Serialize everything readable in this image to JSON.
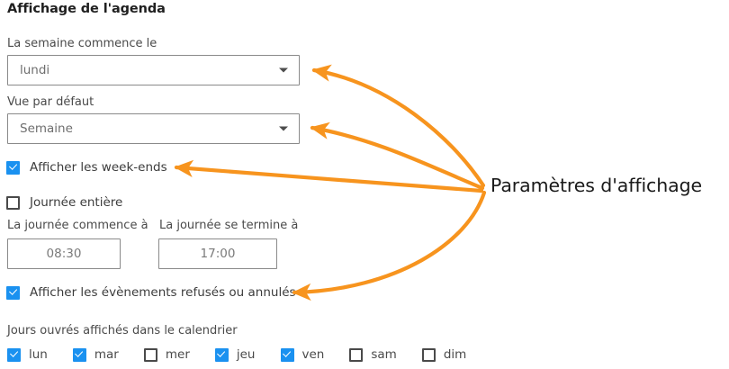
{
  "section": {
    "title": "Affichage de l'agenda"
  },
  "fields": {
    "week_start": {
      "label": "La semaine commence le",
      "value": "lundi",
      "caret_icon": "chevron-down-icon"
    },
    "default_view": {
      "label": "Vue par défaut",
      "value": "Semaine",
      "caret_icon": "chevron-down-icon"
    },
    "show_weekends": {
      "label": "Afficher les week-ends",
      "checked": true
    },
    "all_day": {
      "label": "Journée entière",
      "checked": false
    },
    "day_starts": {
      "label": "La journée commence à",
      "value": "08:30"
    },
    "day_ends": {
      "label": "La journée se termine à",
      "value": "17:00"
    },
    "show_declined": {
      "label": "Afficher les évènements refusés ou annulés",
      "checked": true
    }
  },
  "working_days": {
    "label": "Jours ouvrés affichés dans le calendrier",
    "days": [
      {
        "label": "lun",
        "checked": true
      },
      {
        "label": "mar",
        "checked": true
      },
      {
        "label": "mer",
        "checked": false
      },
      {
        "label": "jeu",
        "checked": true
      },
      {
        "label": "ven",
        "checked": true
      },
      {
        "label": "sam",
        "checked": false
      },
      {
        "label": "dim",
        "checked": false
      }
    ]
  },
  "annotation": {
    "text": "Paramètres d'affichage",
    "color": "#f7941e",
    "targets": [
      "week-start-select",
      "default-view-select",
      "show-weekends-checkbox",
      "show-declined-checkbox"
    ]
  },
  "colors": {
    "accent_checkbox": "#1a91f0",
    "annotation_orange": "#f7941e",
    "border": "#8a8a8a",
    "text": "#3c3c3c",
    "heading": "#202020"
  }
}
